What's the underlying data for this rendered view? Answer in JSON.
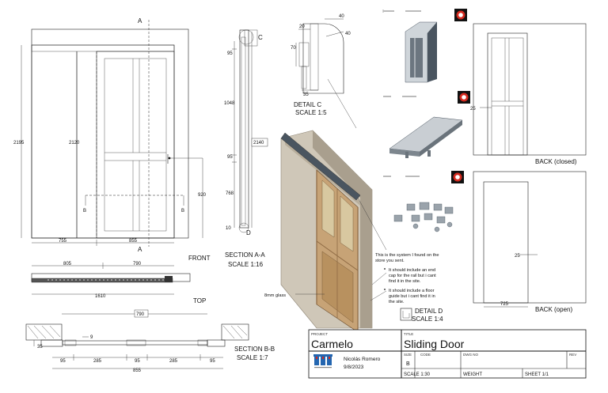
{
  "front": {
    "view_label": "FRONT",
    "dim_height_total": "2195",
    "dim_height_opening": "2120",
    "dim_height_handle": "920",
    "dim_width_left": "755",
    "dim_width_right": "855",
    "section_mark_a": "A",
    "section_mark_b": "B"
  },
  "section_aa": {
    "label": "SECTION A-A",
    "scale": "SCALE 1:16",
    "dim_top": "95",
    "dim_upper": "1048",
    "dim_mid": "95",
    "dim_lower": "768",
    "dim_bottom": "10",
    "dim_total": "2140",
    "detail_c": "C",
    "detail_d": "D"
  },
  "detail_c": {
    "label": "DETAIL C",
    "scale": "SCALE 1:5",
    "dim_20": "20",
    "dim_40a": "40",
    "dim_40b": "40",
    "dim_70": "70",
    "dim_35": "35"
  },
  "top_view": {
    "label": "TOP",
    "dim_left": "805",
    "dim_right": "790",
    "dim_total": "1610"
  },
  "section_bb": {
    "label": "SECTION B-B",
    "scale": "SCALE 1:7",
    "dim_top": "790",
    "dim_9": "9",
    "dim_35": "35",
    "seg_1": "95",
    "seg_2": "285",
    "seg_3": "95",
    "seg_4": "285",
    "seg_5": "95",
    "dim_total": "855"
  },
  "back_closed": {
    "label": "BACK (closed)",
    "dim": "25"
  },
  "back_open": {
    "label": "BACK (open)",
    "dim_side": "25",
    "dim_width": "725"
  },
  "notes": {
    "main_1": "This is the system I found on the",
    "main_2": "store you sent.",
    "b1_1": "It should include an end",
    "b1_2": "cap for the rail but i cant",
    "b1_3": "find it in the site.",
    "b2_1": "It should include a floor",
    "b2_2": "guide but i cant find it in",
    "b2_3": "the site.",
    "glass": "8mm glass",
    "detail_d": "DETAIL D",
    "detail_d_scale": "SCALE 1:4"
  },
  "title_block": {
    "project_caption": "PROJECT",
    "project": "Carmelo",
    "title_caption": "TITLE",
    "title": "Sliding Door",
    "author": "Nicolás Romero",
    "date": "9/8/2023",
    "size_caption": "SIZE",
    "size": "B",
    "code_caption": "CODE",
    "dwg_caption": "DWG NO",
    "rev_caption": "REV",
    "scale": "SCALE  1:30",
    "weight": "WEIGHT",
    "sheet": "SHEET  1/1"
  },
  "colors": {
    "wood": "#c7a376",
    "wood_dark": "#8e6a43",
    "wall": "#cfc7b8",
    "wall_dark": "#a99f8e",
    "glass": "#d8c8a0",
    "rail_light": "#d7dde2",
    "rail_dark": "#4a5560",
    "logo_blue": "#2466b0",
    "logo_red": "#d42a1f"
  }
}
